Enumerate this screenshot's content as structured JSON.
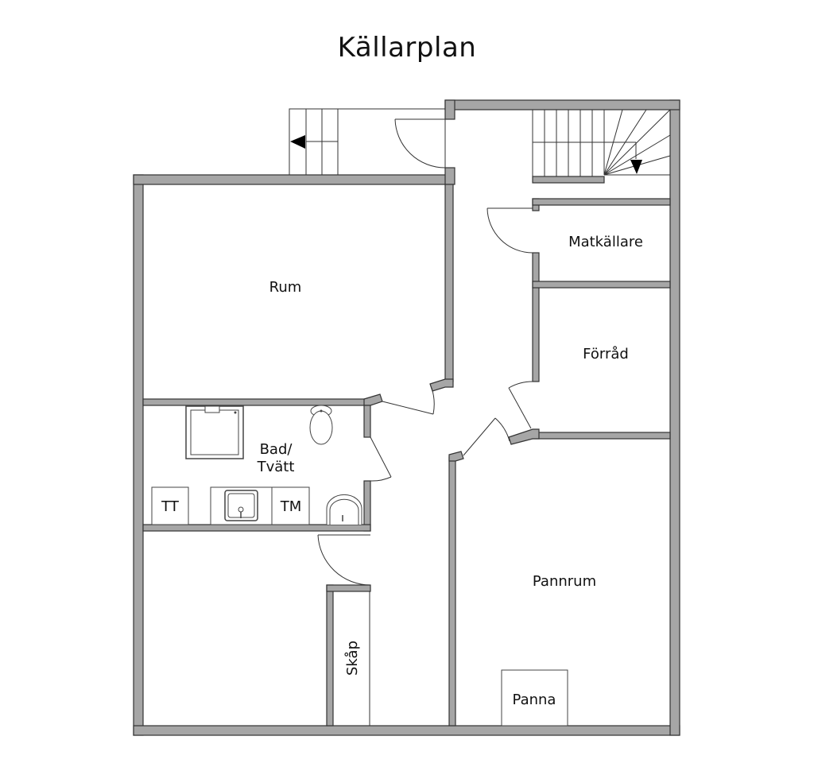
{
  "title": "Källarplan",
  "rooms": {
    "rum": "Rum",
    "matkallare": "Matkällare",
    "forrad": "Förråd",
    "bad_line1": "Bad/",
    "bad_line2": "Tvätt",
    "pannrum": "Pannrum",
    "skap": "Skåp"
  },
  "fixtures": {
    "tt": "TT",
    "tm": "TM",
    "panna": "Panna"
  },
  "colors": {
    "wall_fill": "#a6a6a6",
    "wall_outline": "#333333",
    "background": "#ffffff"
  }
}
